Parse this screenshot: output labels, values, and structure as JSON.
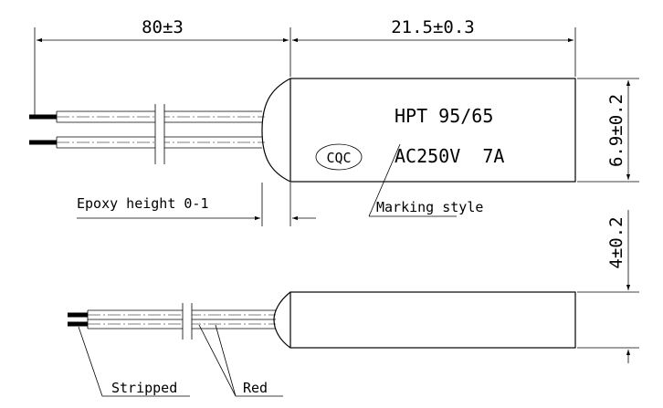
{
  "dimensions": {
    "lead_length": "80±3",
    "body_length": "21.5±0.3",
    "body_width": "6.9±0.2",
    "body_thickness": "4±0.2"
  },
  "marking": {
    "model": "HPT 95/65",
    "rating": "AC250V  7A",
    "cert_logo": "CQC"
  },
  "callouts": {
    "epoxy": "Epoxy height 0-1",
    "marking_style": "Marking style",
    "stripped": "Stripped",
    "red": "Red"
  }
}
